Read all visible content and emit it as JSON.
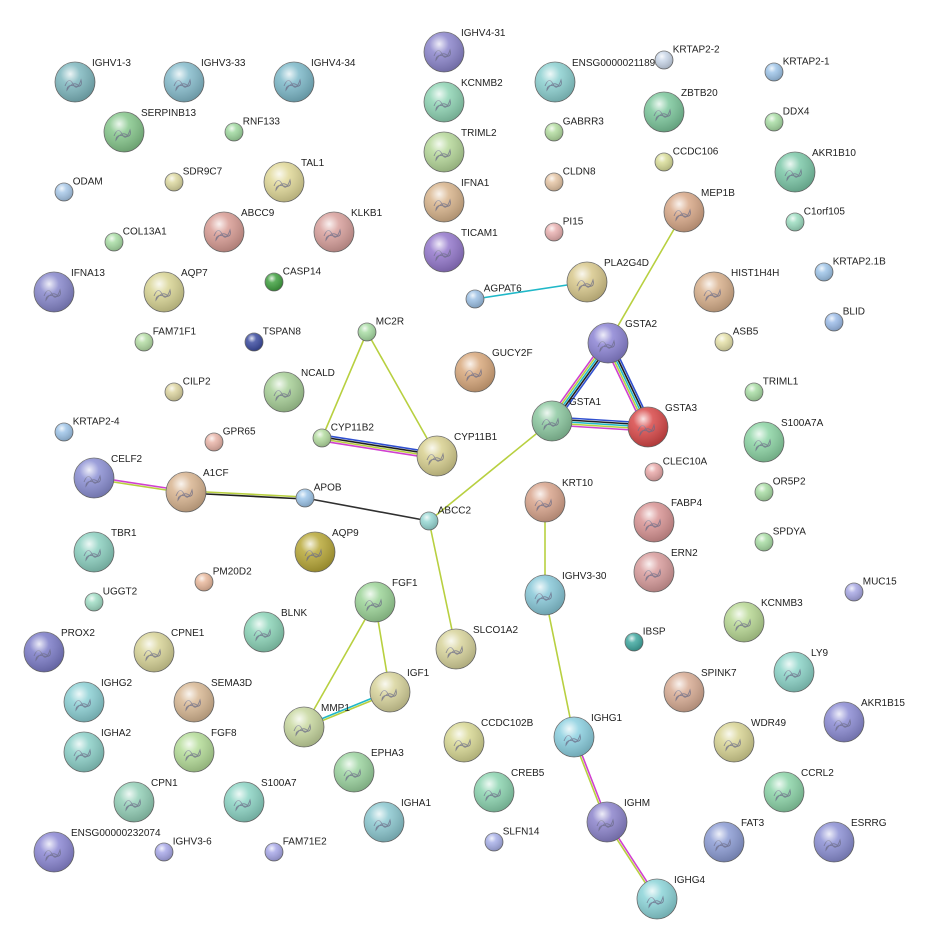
{
  "network": {
    "nodes": [
      {
        "id": "IGHV1-3",
        "label": "IGHV1-3",
        "color": "#7fb8bf",
        "size": "large",
        "structure": true
      },
      {
        "id": "IGHV3-33",
        "label": "IGHV3-33",
        "color": "#86bccc",
        "size": "large",
        "structure": true
      },
      {
        "id": "IGHV4-34",
        "label": "IGHV4-34",
        "color": "#7db9c9",
        "size": "large",
        "structure": true
      },
      {
        "id": "IGHV4-31",
        "label": "IGHV4-31",
        "color": "#8c86cc",
        "size": "large",
        "structure": true
      },
      {
        "id": "ENSG00000211894",
        "label": "ENSG00000211894",
        "color": "#8cd0d0",
        "size": "large",
        "structure": true
      },
      {
        "id": "KRTAP2-2",
        "label": "KRTAP2-2",
        "color": "#c9d6e8",
        "size": "small",
        "structure": false
      },
      {
        "id": "KRTAP2-1",
        "label": "KRTAP2-1",
        "color": "#9ec4e8",
        "size": "small",
        "structure": false
      },
      {
        "id": "SERPINB13",
        "label": "SERPINB13",
        "color": "#86c78c",
        "size": "large",
        "structure": true
      },
      {
        "id": "RNF133",
        "label": "RNF133",
        "color": "#9fd89f",
        "size": "small",
        "structure": false
      },
      {
        "id": "KCNMB2",
        "label": "KCNMB2",
        "color": "#8fd4b4",
        "size": "large",
        "structure": true
      },
      {
        "id": "GABRR3",
        "label": "GABRR3",
        "color": "#b3dca0",
        "size": "small",
        "structure": false
      },
      {
        "id": "ZBTB20",
        "label": "ZBTB20",
        "color": "#7cc79c",
        "size": "large",
        "structure": true
      },
      {
        "id": "DDX4",
        "label": "DDX4",
        "color": "#a8dca4",
        "size": "small",
        "structure": false
      },
      {
        "id": "TRIML2",
        "label": "TRIML2",
        "color": "#b6d89a",
        "size": "large",
        "structure": true
      },
      {
        "id": "AKR1B10",
        "label": "AKR1B10",
        "color": "#7cc8a8",
        "size": "large",
        "structure": true
      },
      {
        "id": "ODAM",
        "label": "ODAM",
        "color": "#a8c8e8",
        "size": "small",
        "structure": false
      },
      {
        "id": "SDR9C7",
        "label": "SDR9C7",
        "color": "#dcd8a0",
        "size": "small",
        "structure": false
      },
      {
        "id": "TAL1",
        "label": "TAL1",
        "color": "#e0d898",
        "size": "large",
        "structure": true
      },
      {
        "id": "CCDC106",
        "label": "CCDC106",
        "color": "#d8dc98",
        "size": "small",
        "structure": false
      },
      {
        "id": "IFNA1",
        "label": "IFNA1",
        "color": "#d8b48c",
        "size": "large",
        "structure": true
      },
      {
        "id": "CLDN8",
        "label": "CLDN8",
        "color": "#e4c4a4",
        "size": "small",
        "structure": false
      },
      {
        "id": "MEP1B",
        "label": "MEP1B",
        "color": "#d8a888",
        "size": "large",
        "structure": true
      },
      {
        "id": "COL13A1",
        "label": "COL13A1",
        "color": "#a8dca4",
        "size": "small",
        "structure": false
      },
      {
        "id": "ABCC9",
        "label": "ABCC9",
        "color": "#d89c94",
        "size": "large",
        "structure": true
      },
      {
        "id": "KLKB1",
        "label": "KLKB1",
        "color": "#d8a09c",
        "size": "large",
        "structure": true
      },
      {
        "id": "C1orf105",
        "label": "C1orf105",
        "color": "#9cdcc0",
        "size": "small",
        "structure": false
      },
      {
        "id": "TICAM1",
        "label": "TICAM1",
        "color": "#9478cc",
        "size": "large",
        "structure": true
      },
      {
        "id": "PI15",
        "label": "PI15",
        "color": "#e8b0b0",
        "size": "small",
        "structure": false
      },
      {
        "id": "IFNA13",
        "label": "IFNA13",
        "color": "#8888cc",
        "size": "large",
        "structure": true
      },
      {
        "id": "AQP7",
        "label": "AQP7",
        "color": "#d8d494",
        "size": "large",
        "structure": true
      },
      {
        "id": "CASP14",
        "label": "CASP14",
        "color": "#40a040",
        "size": "small",
        "structure": false
      },
      {
        "id": "KRTAP2.1B",
        "label": "KRTAP2.1B",
        "color": "#9ec4e8",
        "size": "small",
        "structure": false
      },
      {
        "id": "PLA2G4D",
        "label": "PLA2G4D",
        "color": "#d8c88c",
        "size": "large",
        "structure": true
      },
      {
        "id": "AGPAT6",
        "label": "AGPAT6",
        "color": "#9cc0e4",
        "size": "small",
        "structure": false
      },
      {
        "id": "HIST1H4H",
        "label": "HIST1H4H",
        "color": "#d8b08c",
        "size": "large",
        "structure": true
      },
      {
        "id": "BLID",
        "label": "BLID",
        "color": "#9cbce8",
        "size": "small",
        "structure": false
      },
      {
        "id": "FAM71F1",
        "label": "FAM71F1",
        "color": "#b4dca4",
        "size": "small",
        "structure": false
      },
      {
        "id": "TSPAN8",
        "label": "TSPAN8",
        "color": "#3c4ca0",
        "size": "small",
        "structure": false
      },
      {
        "id": "MC2R",
        "label": "MC2R",
        "color": "#a8dca4",
        "size": "small",
        "structure": false
      },
      {
        "id": "GSTA2",
        "label": "GSTA2",
        "color": "#8c84d4",
        "size": "large",
        "structure": true
      },
      {
        "id": "ASB5",
        "label": "ASB5",
        "color": "#e4e0a8",
        "size": "small",
        "structure": false
      },
      {
        "id": "GUCY2F",
        "label": "GUCY2F",
        "color": "#d8a87c",
        "size": "large",
        "structure": true
      },
      {
        "id": "CILP2",
        "label": "CILP2",
        "color": "#dcd4a0",
        "size": "small",
        "structure": false
      },
      {
        "id": "NCALD",
        "label": "NCALD",
        "color": "#a8d098",
        "size": "large",
        "structure": true
      },
      {
        "id": "TRIML1",
        "label": "TRIML1",
        "color": "#a8dca4",
        "size": "small",
        "structure": false
      },
      {
        "id": "GSTA1",
        "label": "GSTA1",
        "color": "#8cc8a0",
        "size": "large",
        "structure": true
      },
      {
        "id": "GSTA3",
        "label": "GSTA3",
        "color": "#d84848",
        "size": "large",
        "structure": true
      },
      {
        "id": "KRTAP2-4",
        "label": "KRTAP2-4",
        "color": "#9ec4e8",
        "size": "small",
        "structure": false
      },
      {
        "id": "CYP11B2",
        "label": "CYP11B2",
        "color": "#b4dca0",
        "size": "small",
        "structure": false
      },
      {
        "id": "CYP11B1",
        "label": "CYP11B1",
        "color": "#d8d090",
        "size": "large",
        "structure": true
      },
      {
        "id": "S100A7A",
        "label": "S100A7A",
        "color": "#8cd4a4",
        "size": "large",
        "structure": true
      },
      {
        "id": "GPR65",
        "label": "GPR65",
        "color": "#e8b4a8",
        "size": "small",
        "structure": false
      },
      {
        "id": "CLEC10A",
        "label": "CLEC10A",
        "color": "#e8a8a8",
        "size": "small",
        "structure": false
      },
      {
        "id": "CELF2",
        "label": "CELF2",
        "color": "#8c90d4",
        "size": "large",
        "structure": true
      },
      {
        "id": "A1CF",
        "label": "A1CF",
        "color": "#d8b490",
        "size": "large",
        "structure": true
      },
      {
        "id": "APOB",
        "label": "APOB",
        "color": "#9cc4e8",
        "size": "small",
        "structure": false
      },
      {
        "id": "KRT10",
        "label": "KRT10",
        "color": "#d8a48c",
        "size": "large",
        "structure": true
      },
      {
        "id": "OR5P2",
        "label": "OR5P2",
        "color": "#a8dca4",
        "size": "small",
        "structure": false
      },
      {
        "id": "FABP4",
        "label": "FABP4",
        "color": "#d89494",
        "size": "large",
        "structure": true
      },
      {
        "id": "ABCC2",
        "label": "ABCC2",
        "color": "#98d8d4",
        "size": "small",
        "structure": false
      },
      {
        "id": "SPDYA",
        "label": "SPDYA",
        "color": "#a8dca4",
        "size": "small",
        "structure": false
      },
      {
        "id": "TBR1",
        "label": "TBR1",
        "color": "#8cd0c0",
        "size": "large",
        "structure": true
      },
      {
        "id": "AQP9",
        "label": "AQP9",
        "color": "#b8a838",
        "size": "large",
        "structure": true
      },
      {
        "id": "ERN2",
        "label": "ERN2",
        "color": "#d89c9c",
        "size": "large",
        "structure": true
      },
      {
        "id": "PM20D2",
        "label": "PM20D2",
        "color": "#e8b89c",
        "size": "small",
        "structure": false
      },
      {
        "id": "UGGT2",
        "label": "UGGT2",
        "color": "#a0dcc4",
        "size": "small",
        "structure": false
      },
      {
        "id": "FGF1",
        "label": "FGF1",
        "color": "#9cd498",
        "size": "large",
        "structure": true
      },
      {
        "id": "IGHV3-30",
        "label": "IGHV3-30",
        "color": "#88c8d8",
        "size": "large",
        "structure": true
      },
      {
        "id": "KCNMB3",
        "label": "KCNMB3",
        "color": "#b8d894",
        "size": "large",
        "structure": true
      },
      {
        "id": "MUC15",
        "label": "MUC15",
        "color": "#a8a8e4",
        "size": "small",
        "structure": false
      },
      {
        "id": "PROX2",
        "label": "PROX2",
        "color": "#7c7cc8",
        "size": "large",
        "structure": true
      },
      {
        "id": "CPNE1",
        "label": "CPNE1",
        "color": "#d8d498",
        "size": "large",
        "structure": true
      },
      {
        "id": "BLNK",
        "label": "BLNK",
        "color": "#8cd4b8",
        "size": "large",
        "structure": true
      },
      {
        "id": "SLCO1A2",
        "label": "SLCO1A2",
        "color": "#d8d49c",
        "size": "large",
        "structure": true
      },
      {
        "id": "IBSP",
        "label": "IBSP",
        "color": "#40a8a0",
        "size": "small",
        "structure": false
      },
      {
        "id": "IGF1",
        "label": "IGF1",
        "color": "#d8d49c",
        "size": "large",
        "structure": true
      },
      {
        "id": "SPINK7",
        "label": "SPINK7",
        "color": "#d8ac94",
        "size": "large",
        "structure": true
      },
      {
        "id": "LY9",
        "label": "LY9",
        "color": "#8cd4c8",
        "size": "large",
        "structure": true
      },
      {
        "id": "IGHG2",
        "label": "IGHG2",
        "color": "#8cd0d4",
        "size": "large",
        "structure": true
      },
      {
        "id": "SEMA3D",
        "label": "SEMA3D",
        "color": "#d8b894",
        "size": "large",
        "structure": true
      },
      {
        "id": "MMP1",
        "label": "MMP1",
        "color": "#c8d8a0",
        "size": "large",
        "structure": true
      },
      {
        "id": "IGHG1",
        "label": "IGHG1",
        "color": "#8cd0e0",
        "size": "large",
        "structure": true
      },
      {
        "id": "AKR1B15",
        "label": "AKR1B15",
        "color": "#8c8cd4",
        "size": "large",
        "structure": true
      },
      {
        "id": "IGHA2",
        "label": "IGHA2",
        "color": "#8cd0c8",
        "size": "large",
        "structure": true
      },
      {
        "id": "FGF8",
        "label": "FGF8",
        "color": "#b4dc98",
        "size": "large",
        "structure": true
      },
      {
        "id": "CCDC102B",
        "label": "CCDC102B",
        "color": "#d8d894",
        "size": "large",
        "structure": true
      },
      {
        "id": "EPHA3",
        "label": "EPHA3",
        "color": "#9cd4a0",
        "size": "large",
        "structure": true
      },
      {
        "id": "WDR49",
        "label": "WDR49",
        "color": "#d8d494",
        "size": "large",
        "structure": true
      },
      {
        "id": "CPN1",
        "label": "CPN1",
        "color": "#94d0b8",
        "size": "large",
        "structure": true
      },
      {
        "id": "S100A7",
        "label": "S100A7",
        "color": "#8cd4c4",
        "size": "large",
        "structure": true
      },
      {
        "id": "CREB5",
        "label": "CREB5",
        "color": "#8cd4b0",
        "size": "large",
        "structure": true
      },
      {
        "id": "CCRL2",
        "label": "CCRL2",
        "color": "#8cd4a8",
        "size": "large",
        "structure": true
      },
      {
        "id": "IGHA1",
        "label": "IGHA1",
        "color": "#8cc8d0",
        "size": "large",
        "structure": true
      },
      {
        "id": "IGHM",
        "label": "IGHM",
        "color": "#8c84cc",
        "size": "large",
        "structure": true
      },
      {
        "id": "FAT3",
        "label": "FAT3",
        "color": "#8c9cd4",
        "size": "large",
        "structure": true
      },
      {
        "id": "ESRRG",
        "label": "ESRRG",
        "color": "#8c90d4",
        "size": "large",
        "structure": true
      },
      {
        "id": "ENSG00000232074",
        "label": "ENSG00000232074",
        "color": "#8c88d4",
        "size": "large",
        "structure": true
      },
      {
        "id": "IGHV3-6",
        "label": "IGHV3-6",
        "color": "#a8a8e8",
        "size": "small",
        "structure": false
      },
      {
        "id": "FAM71E2",
        "label": "FAM71E2",
        "color": "#a8a8e8",
        "size": "small",
        "structure": false
      },
      {
        "id": "SLFN14",
        "label": "SLFN14",
        "color": "#a8b0e8",
        "size": "small",
        "structure": false
      },
      {
        "id": "IGHG4",
        "label": "IGHG4",
        "color": "#8cd4d8",
        "size": "large",
        "structure": true
      }
    ],
    "edges": [
      {
        "source": "AGPAT6",
        "target": "PLA2G4D",
        "colors": [
          "#20b8c8"
        ]
      },
      {
        "source": "MEP1B",
        "target": "GSTA2",
        "colors": [
          "#b8d040"
        ]
      },
      {
        "source": "GSTA2",
        "target": "GSTA1",
        "colors": [
          "#3050d0",
          "#202020",
          "#20b8c8",
          "#b8d040",
          "#d040d0"
        ]
      },
      {
        "source": "GSTA2",
        "target": "GSTA3",
        "colors": [
          "#3050d0",
          "#202020",
          "#20b8c8",
          "#b8d040",
          "#d040d0"
        ]
      },
      {
        "source": "GSTA1",
        "target": "GSTA3",
        "colors": [
          "#3050d0",
          "#202020",
          "#20b8c8",
          "#b8d040",
          "#d040d0"
        ]
      },
      {
        "source": "GSTA1",
        "target": "ABCC2",
        "colors": [
          "#b8d040"
        ]
      },
      {
        "source": "MC2R",
        "target": "CYP11B2",
        "colors": [
          "#b8d040"
        ]
      },
      {
        "source": "MC2R",
        "target": "CYP11B1",
        "colors": [
          "#b8d040"
        ]
      },
      {
        "source": "CYP11B2",
        "target": "CYP11B1",
        "colors": [
          "#3050d0",
          "#202020",
          "#b8d040",
          "#d040d0"
        ]
      },
      {
        "source": "CELF2",
        "target": "A1CF",
        "colors": [
          "#d040d0",
          "#b8d040"
        ]
      },
      {
        "source": "A1CF",
        "target": "APOB",
        "colors": [
          "#b8d040",
          "#202020"
        ]
      },
      {
        "source": "APOB",
        "target": "ABCC2",
        "colors": [
          "#303030"
        ]
      },
      {
        "source": "ABCC2",
        "target": "SLCO1A2",
        "colors": [
          "#b8d040"
        ]
      },
      {
        "source": "KRT10",
        "target": "IGHV3-30",
        "colors": [
          "#b8d040"
        ]
      },
      {
        "source": "IGHV3-30",
        "target": "IGHG1",
        "colors": [
          "#b8d040"
        ]
      },
      {
        "source": "IGHG1",
        "target": "IGHM",
        "colors": [
          "#d040d0",
          "#b8d040"
        ]
      },
      {
        "source": "IGHM",
        "target": "IGHG4",
        "colors": [
          "#d040d0",
          "#b8d040"
        ]
      },
      {
        "source": "FGF1",
        "target": "MMP1",
        "colors": [
          "#b8d040"
        ]
      },
      {
        "source": "FGF1",
        "target": "IGF1",
        "colors": [
          "#b8d040"
        ]
      },
      {
        "source": "MMP1",
        "target": "IGF1",
        "colors": [
          "#20b8c8",
          "#b8d040"
        ]
      }
    ]
  }
}
